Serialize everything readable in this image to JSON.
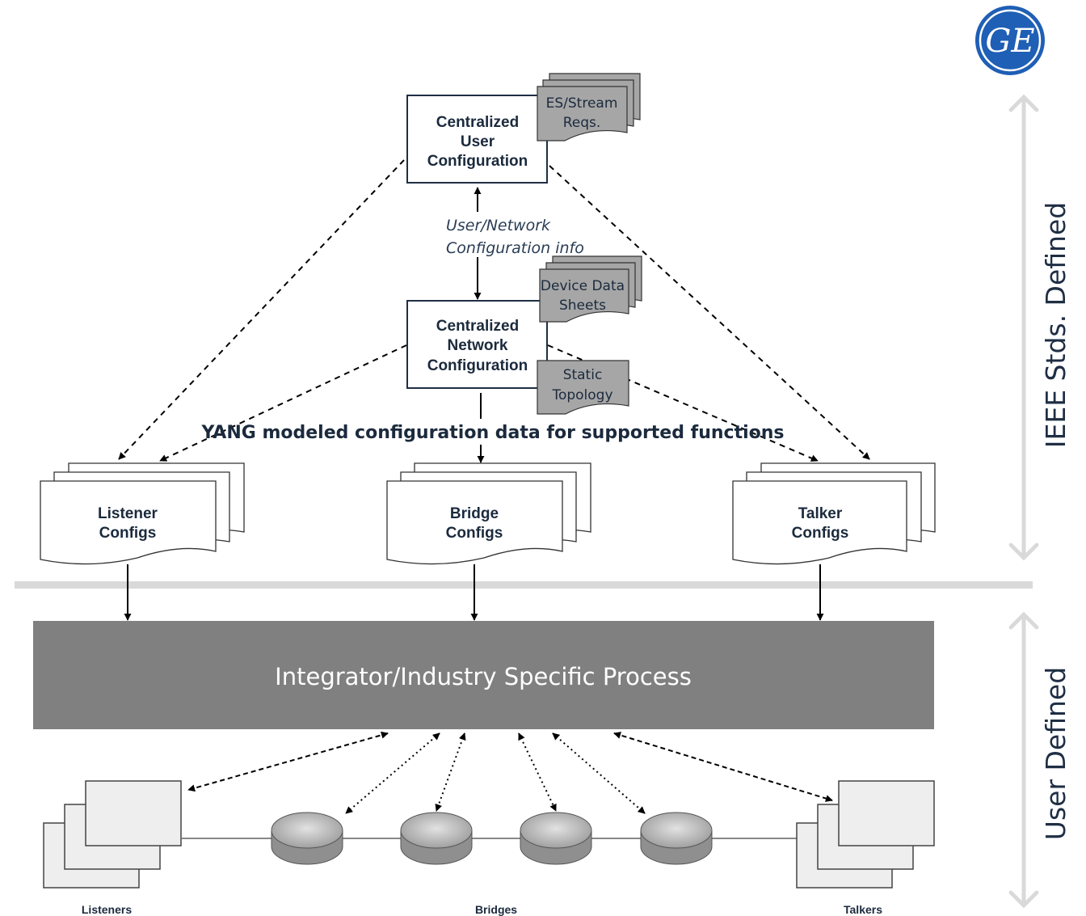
{
  "logo": {
    "text": "GE",
    "color": "#1f5fb5"
  },
  "nodes": {
    "cuc": {
      "lines": [
        "Centralized",
        "User",
        "Configuration"
      ]
    },
    "cnc": {
      "lines": [
        "Centralized",
        "Network",
        "Configuration"
      ]
    }
  },
  "documents": {
    "es_stream": {
      "lines": [
        "ES/Stream",
        "Reqs."
      ]
    },
    "device_data": {
      "lines": [
        "Device Data",
        "Sheets"
      ]
    },
    "static_topology": {
      "lines": [
        "Static",
        "Topology"
      ]
    }
  },
  "annotation": {
    "lines": [
      "User/Network",
      "Configuration info"
    ]
  },
  "banner": "YANG modeled configuration data for supported functions",
  "configs": {
    "listener": {
      "lines": [
        "Listener",
        "Configs"
      ]
    },
    "bridge": {
      "lines": [
        "Bridge",
        "Configs"
      ]
    },
    "talker": {
      "lines": [
        "Talker",
        "Configs"
      ]
    }
  },
  "process": {
    "label": "Integrator/Industry Specific Process",
    "color": "#808080"
  },
  "devices": {
    "listeners": "Listeners",
    "bridges": "Bridges",
    "talkers": "Talkers"
  },
  "side_labels": {
    "upper": "IEEE Stds. Defined",
    "lower": "User Defined"
  },
  "colors": {
    "text": "#1b2a3d",
    "doc_fill": "#a6a6a6",
    "divider": "#d9d9d9"
  }
}
